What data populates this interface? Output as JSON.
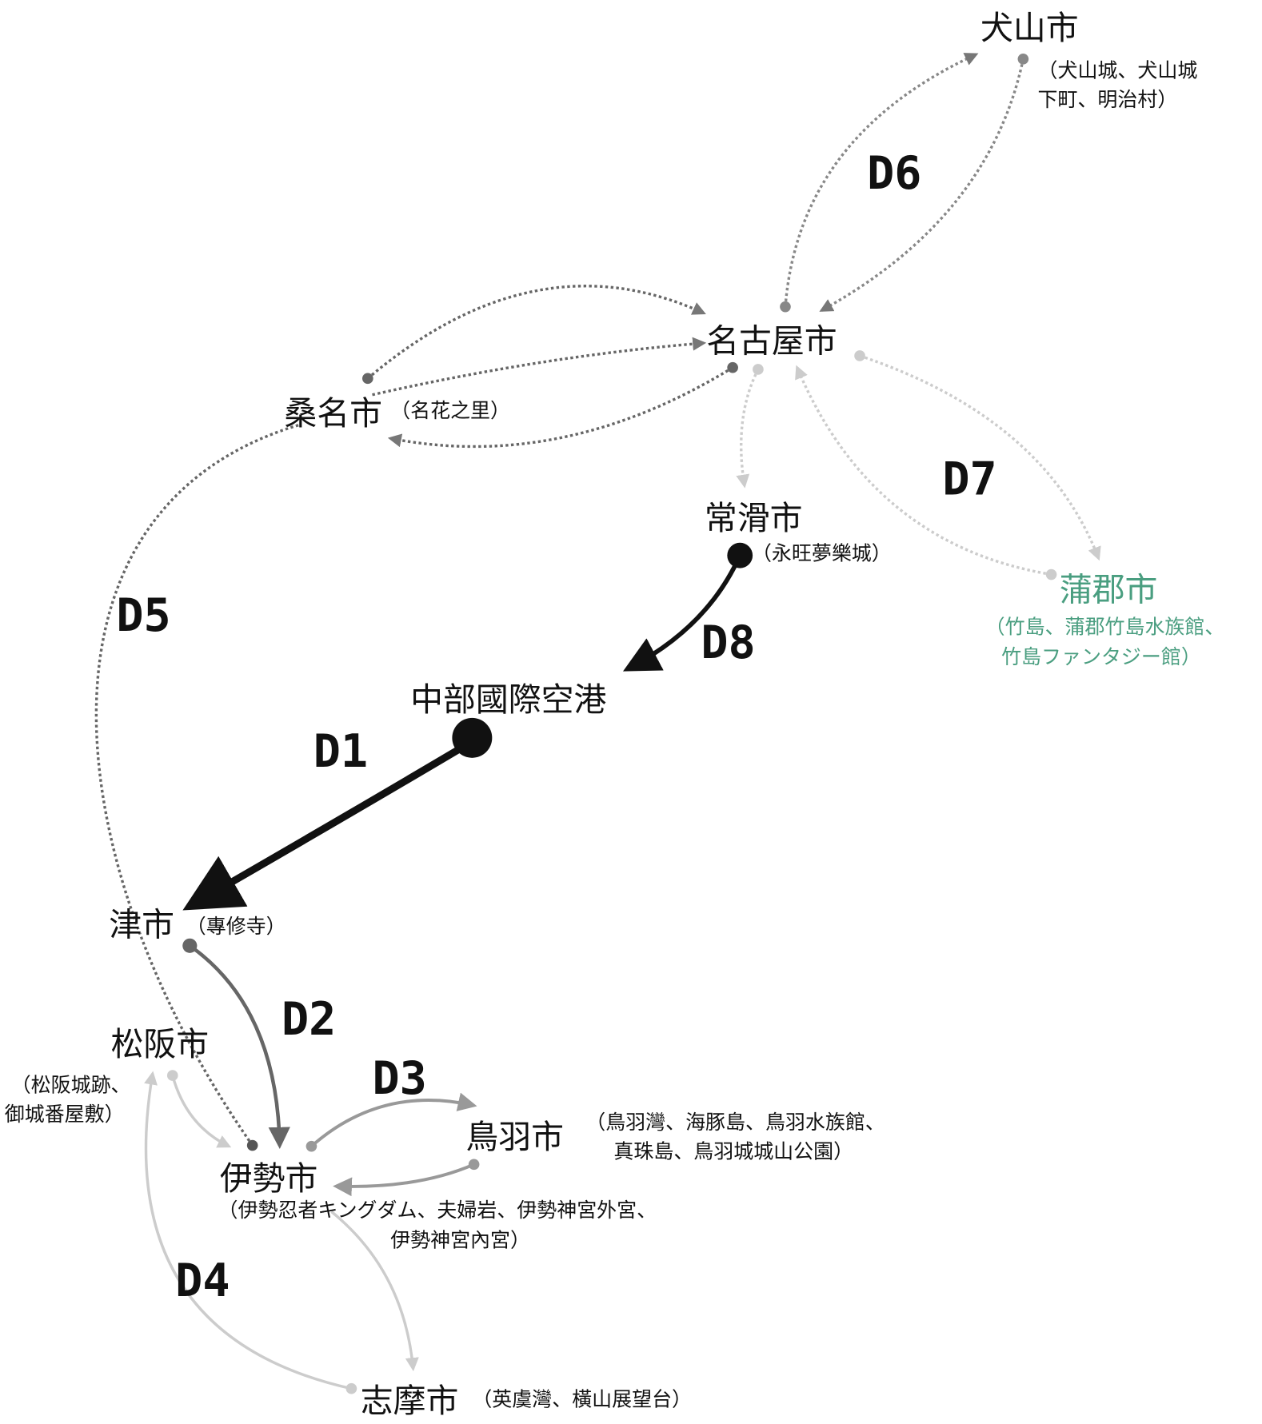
{
  "colors": {
    "accent_green": "#4a9e80",
    "dark": "#111111",
    "mid": "#666666",
    "gray": "#999999",
    "light": "#cccccc"
  },
  "cities": {
    "inuyama": {
      "name": "犬山市",
      "sub1": "（犬山城、犬山城",
      "sub2": "下町、明治村）"
    },
    "nagoya": {
      "name": "名古屋市"
    },
    "kuwana": {
      "name": "桑名市",
      "sub1": "（名花之里）"
    },
    "tokoname": {
      "name": "常滑市",
      "sub1": "（永旺夢樂城）"
    },
    "gamagori": {
      "name": "蒲郡市",
      "sub1": "（竹島、蒲郡竹島水族館、",
      "sub2": "竹島ファンタジー館）"
    },
    "airport": {
      "name": "中部國際空港"
    },
    "tsu": {
      "name": "津市",
      "sub1": "（專修寺）"
    },
    "matsusaka": {
      "name": "松阪市",
      "sub1": "（松阪城跡、",
      "sub2": "御城番屋敷）"
    },
    "ise": {
      "name": "伊勢市",
      "sub1": "（伊勢忍者キングダム、夫婦岩、伊勢神宮外宮、",
      "sub2": "伊勢神宮內宮）"
    },
    "toba": {
      "name": "鳥羽市",
      "sub1": "（鳥羽灣、海豚島、鳥羽水族館、",
      "sub2": "真珠島、鳥羽城城山公園）"
    },
    "shima": {
      "name": "志摩市",
      "sub1": "（英虞灣、橫山展望台）"
    }
  },
  "days": {
    "d1": "D1",
    "d2": "D2",
    "d3": "D3",
    "d4": "D4",
    "d5": "D5",
    "d6": "D6",
    "d7": "D7",
    "d8": "D8"
  }
}
